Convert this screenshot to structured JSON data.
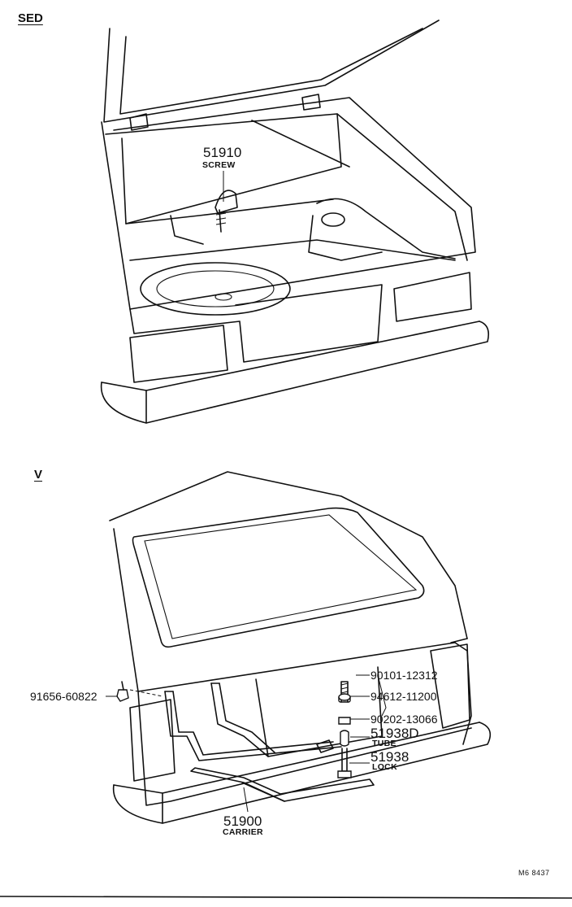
{
  "sections": {
    "sed": {
      "label": "SED"
    },
    "v": {
      "label": "V"
    }
  },
  "parts": {
    "screw": {
      "number": "51910",
      "name": "SCREW"
    },
    "carrier": {
      "number": "51900",
      "name": "CARRIER"
    },
    "bolt": {
      "number": "90101-12312"
    },
    "washer": {
      "number": "94612-11200"
    },
    "nut": {
      "number": "90202-13066"
    },
    "tube": {
      "number": "51938D",
      "name": "TUBE"
    },
    "lock": {
      "number": "51938",
      "name": "LOCK"
    },
    "clip": {
      "number": "91656-60822"
    }
  },
  "reference": "M6 8437"
}
